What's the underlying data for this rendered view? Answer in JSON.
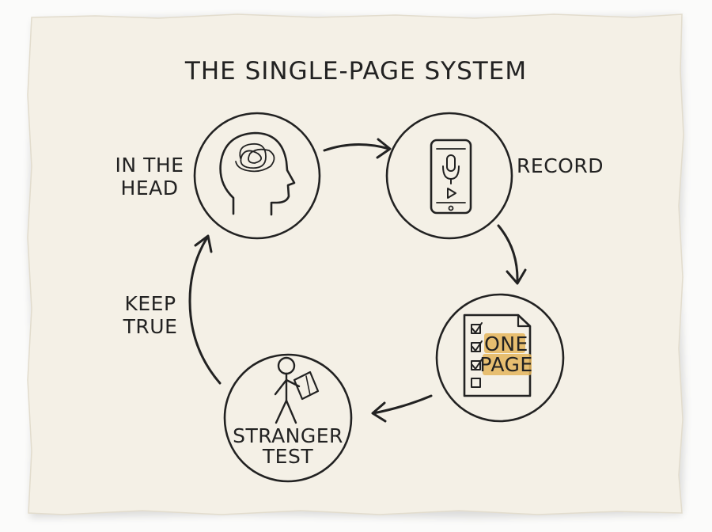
{
  "title": "THE SINGLE-PAGE SYSTEM",
  "colors": {
    "paper": "#f4f0e6",
    "ink": "#222222",
    "highlight": "#e4b55a"
  },
  "nodes": [
    {
      "id": "head",
      "label_lines": [
        "IN THE",
        "HEAD"
      ],
      "icon": "head-with-tangled-thoughts-icon"
    },
    {
      "id": "record",
      "label_lines": [
        "RECORD"
      ],
      "icon": "phone-microphone-icon"
    },
    {
      "id": "page",
      "label_lines": [
        "ONE",
        "PAGE"
      ],
      "icon": "checklist-page-icon"
    },
    {
      "id": "stranger",
      "label_lines": [
        "STRANGER",
        "TEST"
      ],
      "icon": "person-reading-icon"
    }
  ],
  "edges": [
    {
      "from": "head",
      "to": "record",
      "label_lines": []
    },
    {
      "from": "record",
      "to": "page",
      "label_lines": []
    },
    {
      "from": "page",
      "to": "stranger",
      "label_lines": []
    },
    {
      "from": "stranger",
      "to": "head",
      "label_lines": [
        "KEEP",
        "TRUE"
      ]
    }
  ]
}
